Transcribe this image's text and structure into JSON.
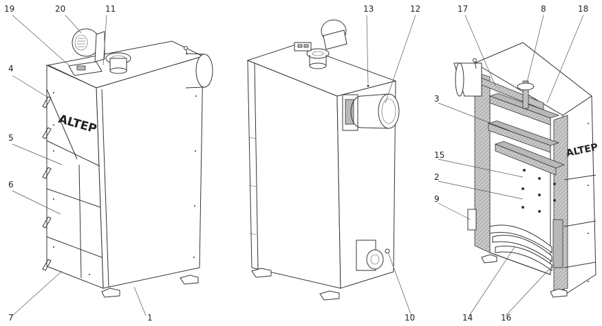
{
  "brand_text": "ALTEP",
  "callouts": {
    "n19": "19",
    "n20": "20",
    "n11": "11",
    "n4": "4",
    "n5": "5",
    "n6": "6",
    "n7": "7",
    "n1": "1",
    "n13": "13",
    "n12": "12",
    "n10": "10",
    "n17": "17",
    "n8": "8",
    "n18": "18",
    "n3": "3",
    "n15": "15",
    "n2": "2",
    "n9": "9",
    "n14": "14",
    "n16": "16"
  }
}
